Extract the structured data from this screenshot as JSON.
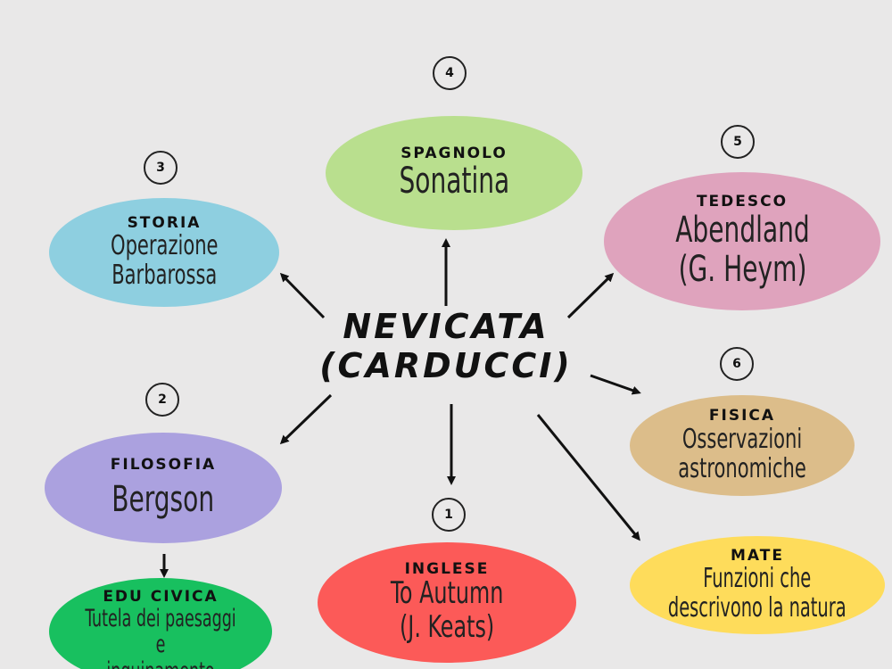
{
  "center": {
    "line1": "NEVICATA",
    "line2": "(CARDUCCI)"
  },
  "nodes": {
    "spagnolo": {
      "badge": "4",
      "subject": "SPAGNOLO",
      "topic": "Sonatina",
      "color": "#b9df8e"
    },
    "storia": {
      "badge": "3",
      "subject": "STORIA",
      "topic": "Operazione\nBarbarossa",
      "color": "#8ecfe0"
    },
    "tedesco": {
      "badge": "5",
      "subject": "TEDESCO",
      "topic": "Abendland\n(G. Heym)",
      "color": "#dfa3bd"
    },
    "fisica": {
      "badge": "6",
      "subject": "FISICA",
      "topic": "Osservazioni\nastronomiche",
      "color": "#dcbd8a"
    },
    "filosofia": {
      "badge": "2",
      "subject": "FILOSOFIA",
      "topic": "Bergson",
      "color": "#aba1df"
    },
    "inglese": {
      "badge": "1",
      "subject": "INGLESE",
      "topic": "To Autumn\n(J. Keats)",
      "color": "#fc5a58"
    },
    "mate": {
      "subject": "MATE",
      "topic": "Funzioni che\ndescrivono la natura",
      "color": "#fedc5b"
    },
    "educivica": {
      "subject": "EDU CIVICA",
      "topic": "Tutela dei paesaggi e\ninquinamento",
      "color": "#18c05f"
    }
  }
}
